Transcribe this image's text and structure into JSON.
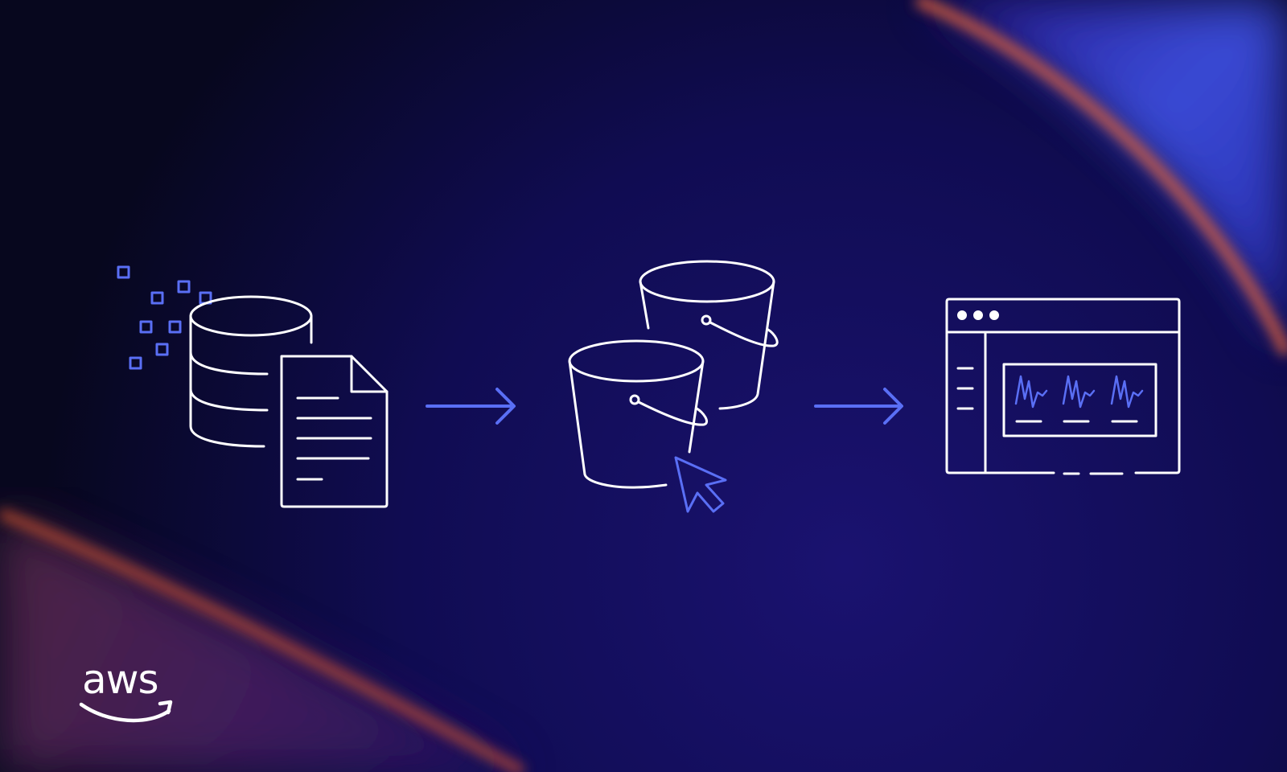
{
  "logo": {
    "text": "aws"
  },
  "colors": {
    "background": "#0a0a2e",
    "line": "#ffffff",
    "accent": "#5a6ff5",
    "glow_orange": "#e8663a",
    "glow_blue": "#3a4de0"
  },
  "diagram": {
    "nodes": [
      {
        "id": "source",
        "icon": "database-document-icon"
      },
      {
        "id": "storage",
        "icon": "s3-buckets-icon"
      },
      {
        "id": "destination",
        "icon": "dashboard-window-icon"
      }
    ],
    "edges": [
      {
        "from": "source",
        "to": "storage"
      },
      {
        "from": "storage",
        "to": "destination"
      }
    ]
  }
}
